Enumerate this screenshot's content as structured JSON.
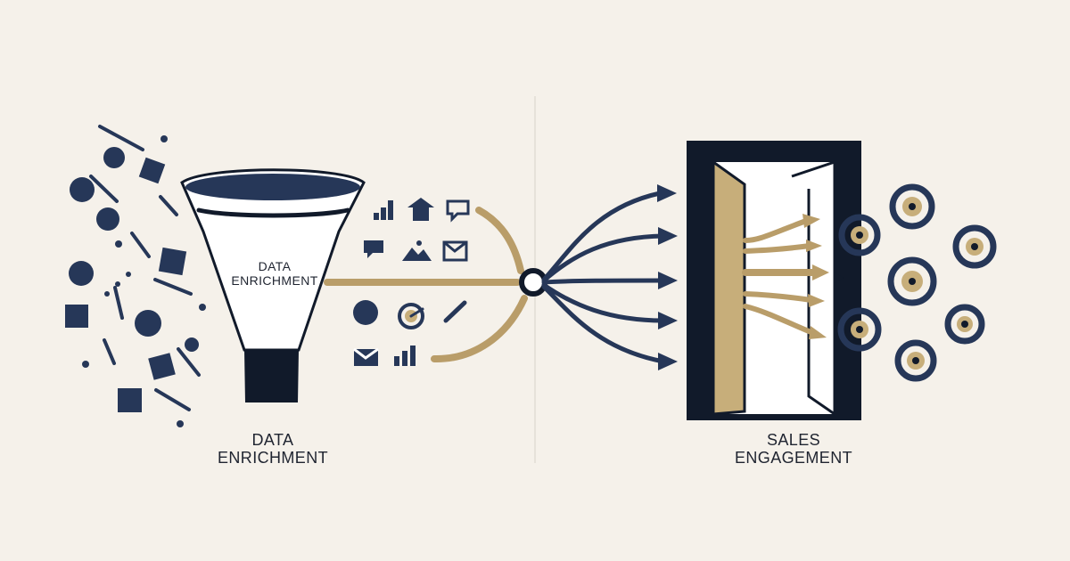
{
  "colors": {
    "background": "#F5F1EA",
    "navy": "#263758",
    "navy_dark": "#111A2A",
    "gold": "#B99D69",
    "gold_light": "#C7AE7A",
    "divider": "#D7D2CA",
    "text": "#1F2430",
    "white": "#FFFFFF"
  },
  "labels": {
    "funnel_line1": "DATA",
    "funnel_line2": "ENRICHMENT",
    "left_bottom_line1": "DATA",
    "left_bottom_line2": "ENRICHMENT",
    "right_bottom_line1": "SALES",
    "right_bottom_line2": "ENGAGEMENT"
  },
  "icons": {
    "left_cluster": [
      "circle-icon",
      "square-icon",
      "diamond-icon",
      "line-icon"
    ],
    "middle_cluster": [
      "bar-chart-icon",
      "home-icon",
      "chat-icon",
      "message-icon",
      "image-icon",
      "envelope-icon",
      "target-icon",
      "slash-icon"
    ],
    "right_cluster": [
      "target-icon",
      "door-icon",
      "arrow-icon"
    ]
  }
}
